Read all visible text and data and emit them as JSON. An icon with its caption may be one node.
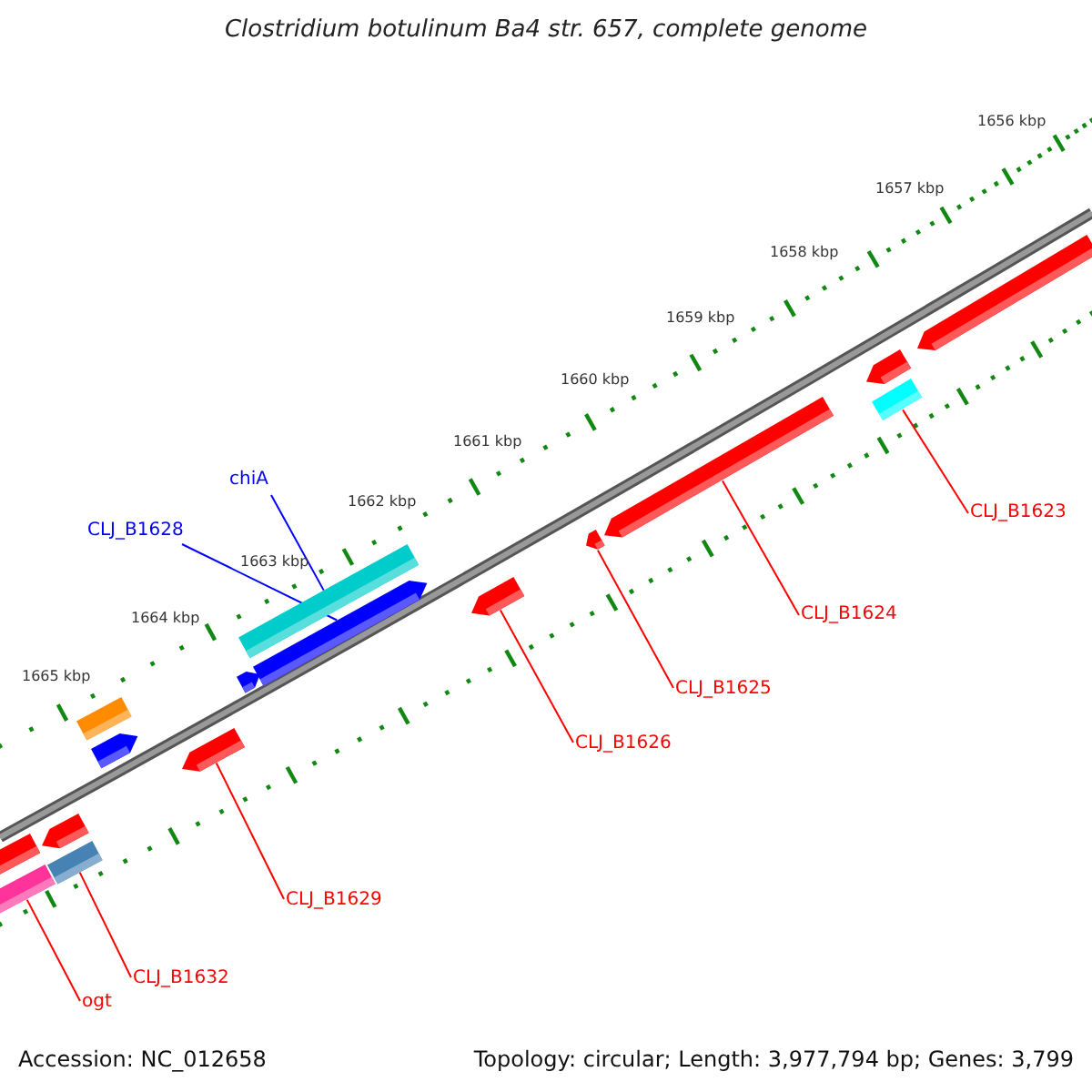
{
  "diagram": {
    "title": "Clostridium botulinum Ba4 str. 657, complete genome",
    "nodes": [
      {
        "text": [
          "chiA"
        ]
      },
      {
        "text": [
          "CLJ_B1628"
        ]
      },
      {
        "text": [
          "CLJ_B1623"
        ]
      },
      {
        "text": [
          "CLJ_B1624"
        ]
      },
      {
        "text": [
          "CLJ_B1625"
        ]
      },
      {
        "text": [
          "CLJ_B1626"
        ]
      },
      {
        "text": [
          "CLJ_B1629"
        ]
      },
      {
        "text": [
          "CLJ_B1632"
        ]
      },
      {
        "text": [
          "ogt"
        ]
      },
      {
        "text": [],
        "shape": "bar"
      },
      {
        "text": [],
        "shape": "bar"
      },
      {
        "text": [],
        "shape": "bar"
      },
      {
        "text": [],
        "shape": "bar"
      },
      {
        "text": [],
        "shape": "bar"
      },
      {
        "text": [],
        "shape": "bar"
      },
      {
        "text": [],
        "shape": "bar"
      },
      {
        "text": [],
        "shape": "bar"
      },
      {
        "text": [],
        "shape": "bar"
      },
      {
        "text": [],
        "shape": "bar"
      },
      {
        "text": [],
        "shape": "bar"
      },
      {
        "text": [],
        "shape": "bar"
      },
      {
        "text": [],
        "shape": "bar"
      },
      {
        "text": [],
        "shape": "bar"
      },
      {
        "text": [],
        "shape": "bar"
      },
      {
        "text": [],
        "shape": "bar"
      }
    ],
    "edges": [
      {
        "from": 0,
        "to": 17,
        "arrow": "none",
        "color": "#0000ff"
      },
      {
        "from": 1,
        "to": 18,
        "arrow": "none",
        "color": "#0000ff"
      },
      {
        "from": 2,
        "to": 23,
        "arrow": "none"
      },
      {
        "from": 3,
        "to": 21,
        "arrow": "none"
      },
      {
        "from": 4,
        "to": 20,
        "arrow": "none"
      },
      {
        "from": 5,
        "to": 19,
        "arrow": "none"
      },
      {
        "from": 6,
        "to": 15,
        "arrow": "none"
      },
      {
        "from": 7,
        "to": 12,
        "arrow": "none"
      },
      {
        "from": 8,
        "to": 9,
        "arrow": "none"
      }
    ],
    "labels": [
      "1656 kbp",
      "1657 kbp",
      "1658 kbp",
      "1659 kbp",
      "1660 kbp",
      "1661 kbp",
      "1662 kbp",
      "1663 kbp",
      "1664 kbp",
      "1665 kbp",
      "Accession: NC_012658",
      "Topology: circular; Length: 3,977,794 bp; Genes: 3,799"
    ]
  }
}
